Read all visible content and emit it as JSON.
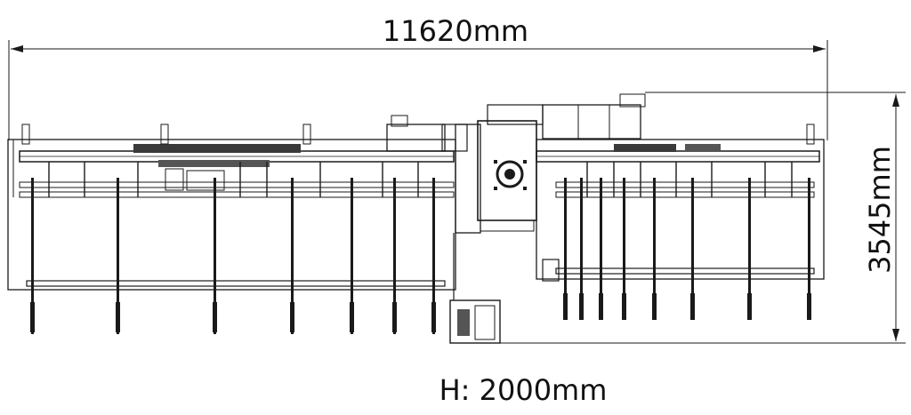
{
  "dimensions": {
    "width_label": "11620mm",
    "depth_label": "3545mm",
    "height_label": "H: 2000mm"
  },
  "colors": {
    "line": "#1a1a1a",
    "background": "#ffffff",
    "fill_gray": "#d9d9d9"
  }
}
